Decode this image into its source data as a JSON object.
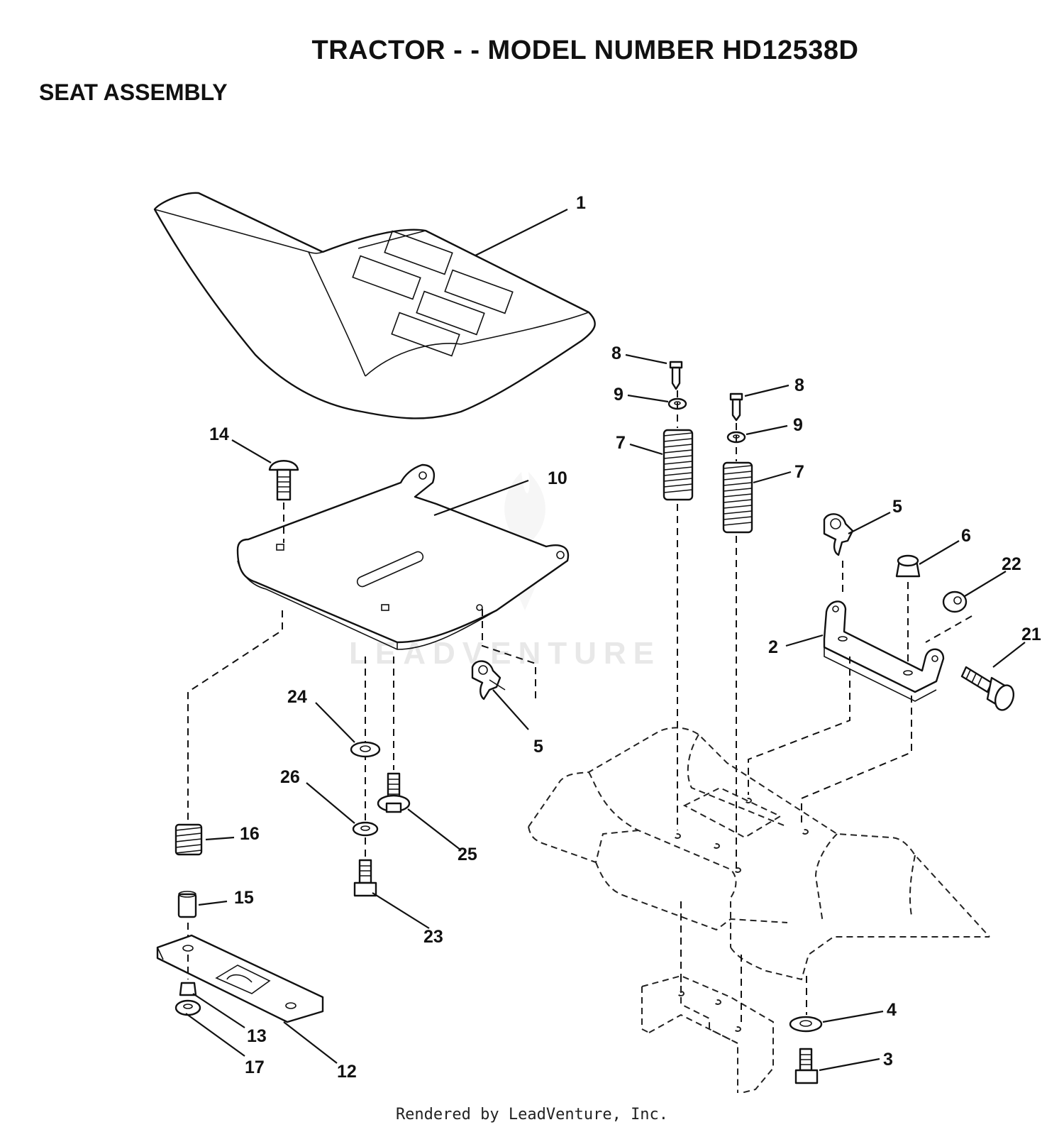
{
  "header": {
    "title": "TRACTOR - - MODEL NUMBER HD12538D",
    "subtitle": "SEAT ASSEMBLY"
  },
  "footer": {
    "text": "Rendered by LeadVenture, Inc."
  },
  "watermark": {
    "text": "LEADVENTURE"
  },
  "callouts": [
    "1",
    "8",
    "9",
    "8",
    "9",
    "7",
    "7",
    "14",
    "10",
    "5",
    "6",
    "22",
    "2",
    "21",
    "24",
    "5",
    "26",
    "25",
    "16",
    "15",
    "23",
    "4",
    "3",
    "13",
    "17",
    "12"
  ]
}
